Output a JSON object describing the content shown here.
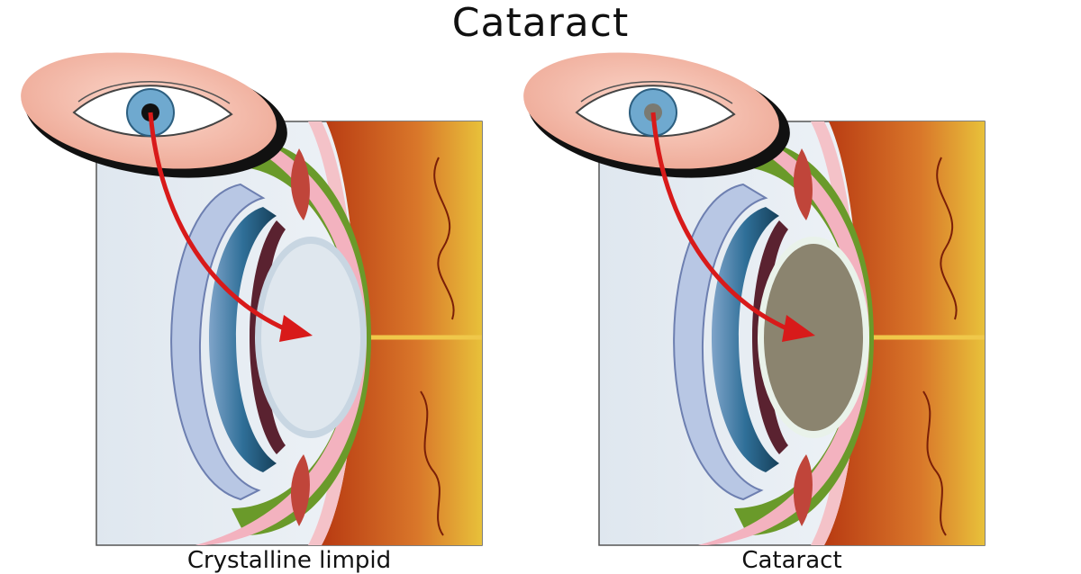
{
  "title": "Cataract",
  "panels": [
    {
      "caption": "Crystalline limpid",
      "lens_color": "#dfe7ee",
      "pupil_color": "#111111"
    },
    {
      "caption": "Cataract",
      "lens_color": "#8b846f",
      "pupil_color": "#7a7a72"
    }
  ],
  "colors": {
    "arrow": "#d81a1a",
    "skin": "#f3b8a8",
    "iris": "#6fa9cf"
  }
}
